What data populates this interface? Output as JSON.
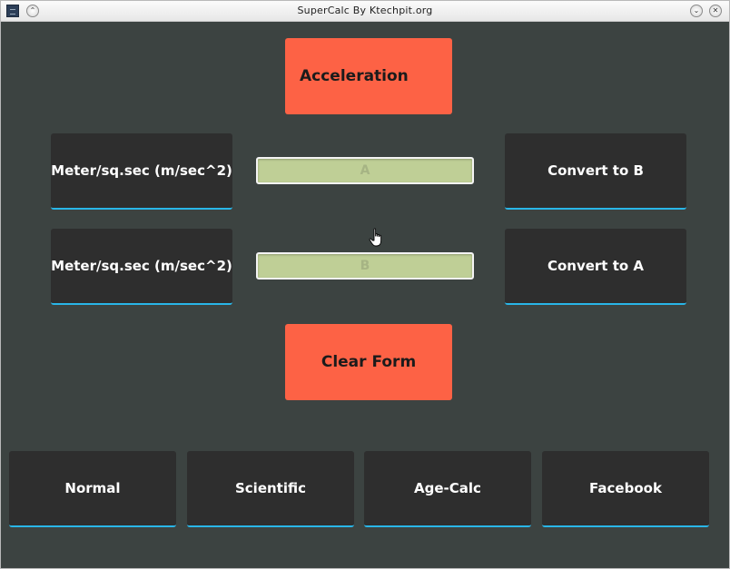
{
  "window": {
    "title": "SuperCalc By Ktechpit.org",
    "icons": [
      "app-icon",
      "shade-icon",
      "minimize-icon",
      "close-icon"
    ]
  },
  "header": {
    "label": "Acceleration"
  },
  "row1": {
    "unit_label": "Meter/sq.sec (m/sec^2)",
    "input_placeholder": "A",
    "input_value": "",
    "convert_label": "Convert to B"
  },
  "row2": {
    "unit_label": "Meter/sq.sec (m/sec^2)",
    "input_placeholder": "B",
    "input_value": "",
    "convert_label": "Convert to A"
  },
  "clear_label": "Clear Form",
  "nav": {
    "items": [
      {
        "label": "Normal"
      },
      {
        "label": "Scientific"
      },
      {
        "label": "Age-Calc"
      },
      {
        "label": "Facebook"
      }
    ]
  },
  "colors": {
    "background": "#3c4341",
    "accent_orange": "#fd6245",
    "dark_button": "#2e2e2e",
    "underline_blue": "#29b6e8",
    "field_green": "#bfcf96"
  }
}
